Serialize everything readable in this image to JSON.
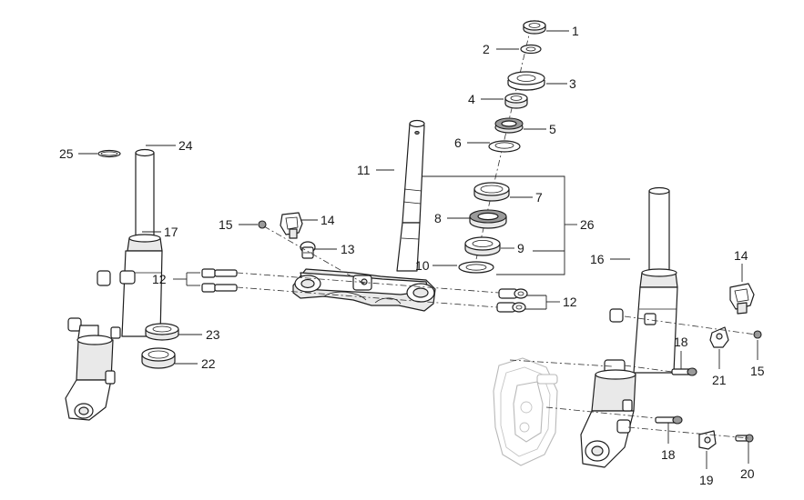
{
  "diagram": {
    "callouts": [
      {
        "id": "c1",
        "text": "1"
      },
      {
        "id": "c2",
        "text": "2"
      },
      {
        "id": "c3",
        "text": "3"
      },
      {
        "id": "c4",
        "text": "4"
      },
      {
        "id": "c5",
        "text": "5"
      },
      {
        "id": "c6",
        "text": "6"
      },
      {
        "id": "c7",
        "text": "7"
      },
      {
        "id": "c8",
        "text": "8"
      },
      {
        "id": "c9",
        "text": "9"
      },
      {
        "id": "c10",
        "text": "10"
      },
      {
        "id": "c11",
        "text": "11"
      },
      {
        "id": "c12a",
        "text": "12"
      },
      {
        "id": "c12b",
        "text": "12"
      },
      {
        "id": "c13",
        "text": "13"
      },
      {
        "id": "c14a",
        "text": "14"
      },
      {
        "id": "c14b",
        "text": "14"
      },
      {
        "id": "c15a",
        "text": "15"
      },
      {
        "id": "c15b",
        "text": "15"
      },
      {
        "id": "c16",
        "text": "16"
      },
      {
        "id": "c17",
        "text": "17"
      },
      {
        "id": "c18a",
        "text": "18"
      },
      {
        "id": "c18b",
        "text": "18"
      },
      {
        "id": "c19",
        "text": "19"
      },
      {
        "id": "c20",
        "text": "20"
      },
      {
        "id": "c21",
        "text": "21"
      },
      {
        "id": "c22",
        "text": "22"
      },
      {
        "id": "c23",
        "text": "23"
      },
      {
        "id": "c24",
        "text": "24"
      },
      {
        "id": "c25",
        "text": "25"
      },
      {
        "id": "c26",
        "text": "26"
      }
    ]
  }
}
